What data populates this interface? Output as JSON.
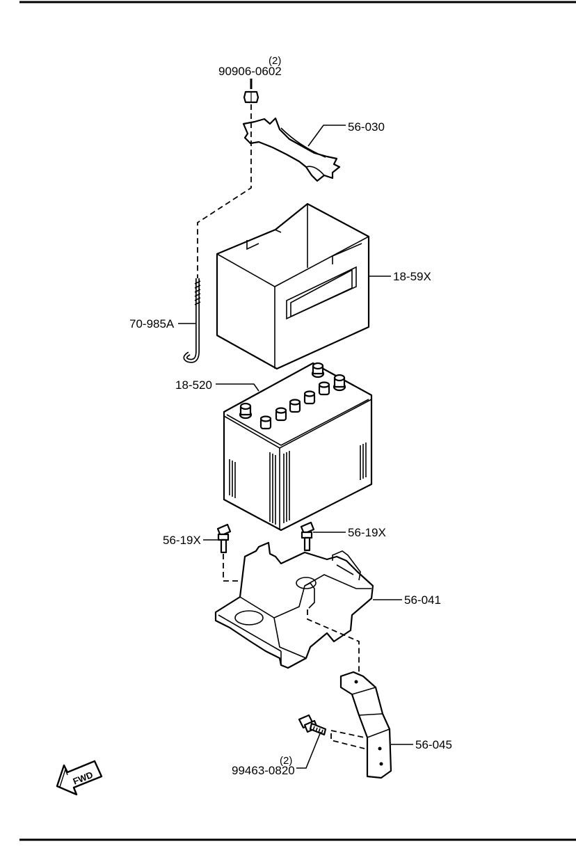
{
  "diagram": {
    "fwd_label": "FWD",
    "parts": [
      {
        "id": "nut",
        "number": "90906-0602",
        "qty": "(2)"
      },
      {
        "id": "clamp",
        "number": "56-030"
      },
      {
        "id": "cover",
        "number": "18-59X"
      },
      {
        "id": "rod",
        "number": "70-985A"
      },
      {
        "id": "battery",
        "number": "18-520"
      },
      {
        "id": "bolt-left",
        "number": "56-19X"
      },
      {
        "id": "bolt-right",
        "number": "56-19X"
      },
      {
        "id": "tray",
        "number": "56-041"
      },
      {
        "id": "bracket",
        "number": "56-045"
      },
      {
        "id": "bracket-bolt",
        "number": "99463-0820",
        "qty": "(2)"
      }
    ]
  }
}
